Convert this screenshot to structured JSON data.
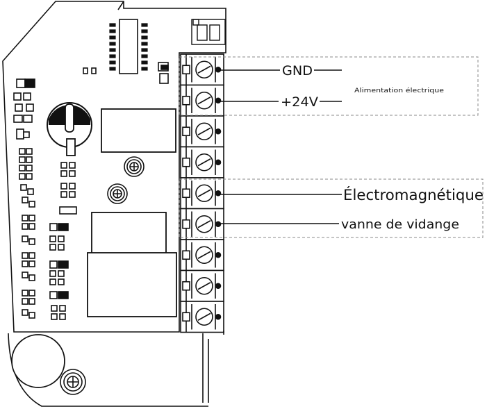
{
  "labels": {
    "gnd": "GND",
    "v24": "+24V",
    "power": "Alimentation électrique",
    "valve_line1": "Électromagnétique",
    "valve_line2": "vanne de vidange"
  },
  "terminal_count": 9,
  "colors": {
    "line": "#111111",
    "dashed_box": "#888888",
    "background": "#ffffff"
  }
}
